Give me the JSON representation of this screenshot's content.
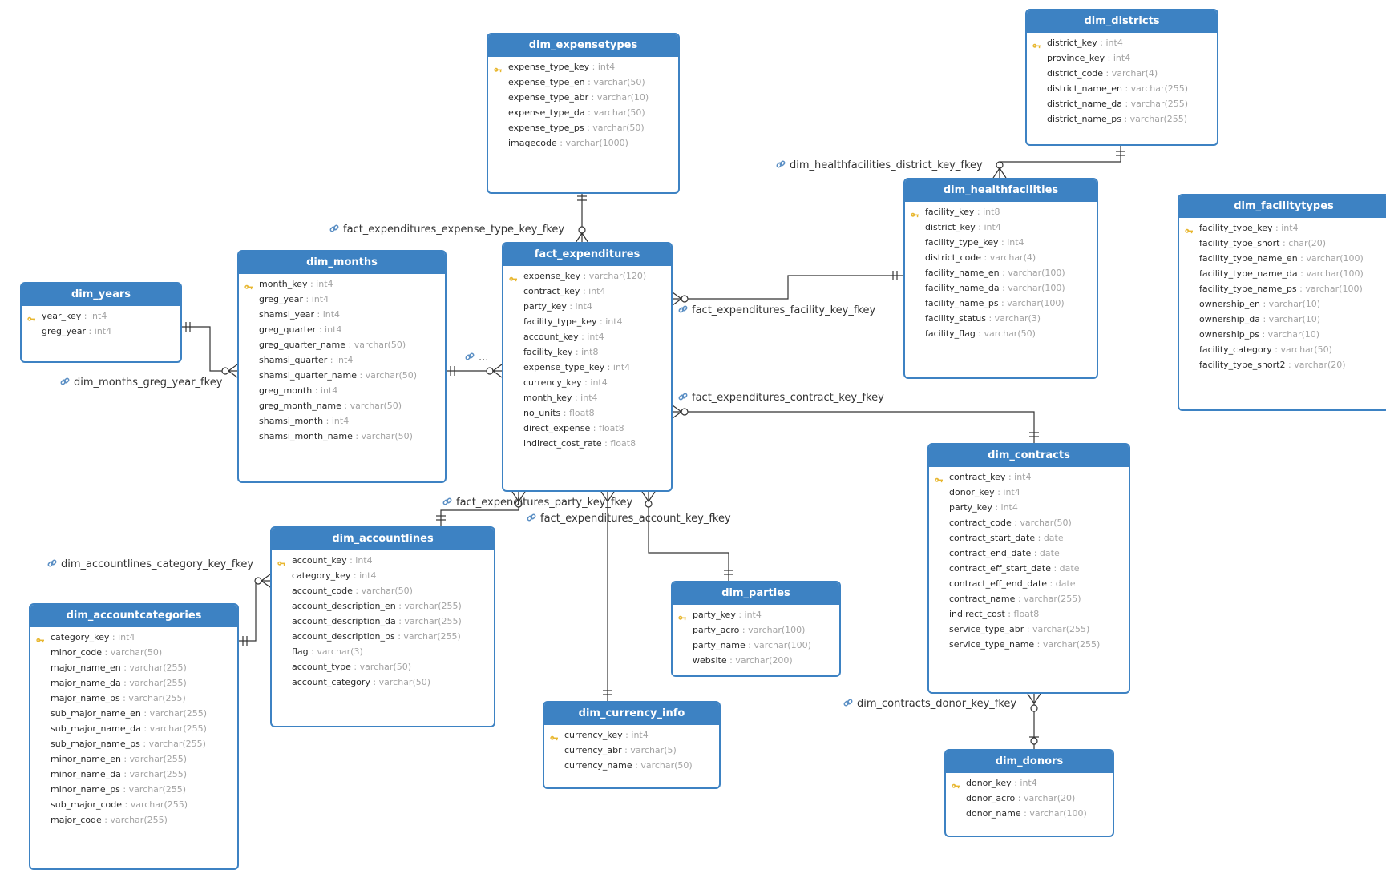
{
  "tables": [
    {
      "id": "dim_expensetypes",
      "name": "dim_expensetypes",
      "columns": [
        {
          "name": "expense_type_key",
          "type": "int4",
          "pk": true
        },
        {
          "name": "expense_type_en",
          "type": "varchar(50)"
        },
        {
          "name": "expense_type_abr",
          "type": "varchar(10)"
        },
        {
          "name": "expense_type_da",
          "type": "varchar(50)"
        },
        {
          "name": "expense_type_ps",
          "type": "varchar(50)"
        },
        {
          "name": "imagecode",
          "type": "varchar(1000)"
        }
      ]
    },
    {
      "id": "dim_districts",
      "name": "dim_districts",
      "columns": [
        {
          "name": "district_key",
          "type": "int4",
          "pk": true
        },
        {
          "name": "province_key",
          "type": "int4"
        },
        {
          "name": "district_code",
          "type": "varchar(4)"
        },
        {
          "name": "district_name_en",
          "type": "varchar(255)"
        },
        {
          "name": "district_name_da",
          "type": "varchar(255)"
        },
        {
          "name": "district_name_ps",
          "type": "varchar(255)"
        }
      ]
    },
    {
      "id": "dim_healthfacilities",
      "name": "dim_healthfacilities",
      "columns": [
        {
          "name": "facility_key",
          "type": "int8",
          "pk": true
        },
        {
          "name": "district_key",
          "type": "int4"
        },
        {
          "name": "facility_type_key",
          "type": "int4"
        },
        {
          "name": "district_code",
          "type": "varchar(4)"
        },
        {
          "name": "facility_name_en",
          "type": "varchar(100)"
        },
        {
          "name": "facility_name_da",
          "type": "varchar(100)"
        },
        {
          "name": "facility_name_ps",
          "type": "varchar(100)"
        },
        {
          "name": "facility_status",
          "type": "varchar(3)"
        },
        {
          "name": "facility_flag",
          "type": "varchar(50)"
        }
      ]
    },
    {
      "id": "dim_facilitytypes",
      "name": "dim_facilitytypes",
      "columns": [
        {
          "name": "facility_type_key",
          "type": "int4",
          "pk": true
        },
        {
          "name": "facility_type_short",
          "type": "char(20)"
        },
        {
          "name": "facility_type_name_en",
          "type": "varchar(100)"
        },
        {
          "name": "facility_type_name_da",
          "type": "varchar(100)"
        },
        {
          "name": "facility_type_name_ps",
          "type": "varchar(100)"
        },
        {
          "name": "ownership_en",
          "type": "varchar(10)"
        },
        {
          "name": "ownership_da",
          "type": "varchar(10)"
        },
        {
          "name": "ownership_ps",
          "type": "varchar(10)"
        },
        {
          "name": "facility_category",
          "type": "varchar(50)"
        },
        {
          "name": "facility_type_short2",
          "type": "varchar(20)"
        }
      ]
    },
    {
      "id": "dim_years",
      "name": "dim_years",
      "columns": [
        {
          "name": "year_key",
          "type": "int4",
          "pk": true
        },
        {
          "name": "greg_year",
          "type": "int4"
        }
      ]
    },
    {
      "id": "dim_months",
      "name": "dim_months",
      "columns": [
        {
          "name": "month_key",
          "type": "int4",
          "pk": true
        },
        {
          "name": "greg_year",
          "type": "int4"
        },
        {
          "name": "shamsi_year",
          "type": "int4"
        },
        {
          "name": "greg_quarter",
          "type": "int4"
        },
        {
          "name": "greg_quarter_name",
          "type": "varchar(50)"
        },
        {
          "name": "shamsi_quarter",
          "type": "int4"
        },
        {
          "name": "shamsi_quarter_name",
          "type": "varchar(50)"
        },
        {
          "name": "greg_month",
          "type": "int4"
        },
        {
          "name": "greg_month_name",
          "type": "varchar(50)"
        },
        {
          "name": "shamsi_month",
          "type": "int4"
        },
        {
          "name": "shamsi_month_name",
          "type": "varchar(50)"
        }
      ]
    },
    {
      "id": "fact_expenditures",
      "name": "fact_expenditures",
      "columns": [
        {
          "name": "expense_key",
          "type": "varchar(120)",
          "pk": true
        },
        {
          "name": "contract_key",
          "type": "int4"
        },
        {
          "name": "party_key",
          "type": "int4"
        },
        {
          "name": "facility_type_key",
          "type": "int4"
        },
        {
          "name": "account_key",
          "type": "int4"
        },
        {
          "name": "facility_key",
          "type": "int8"
        },
        {
          "name": "expense_type_key",
          "type": "int4"
        },
        {
          "name": "currency_key",
          "type": "int4"
        },
        {
          "name": "month_key",
          "type": "int4"
        },
        {
          "name": "no_units",
          "type": "float8"
        },
        {
          "name": "direct_expense",
          "type": "float8"
        },
        {
          "name": "indirect_cost_rate",
          "type": "float8"
        }
      ]
    },
    {
      "id": "dim_contracts",
      "name": "dim_contracts",
      "columns": [
        {
          "name": "contract_key",
          "type": "int4",
          "pk": true
        },
        {
          "name": "donor_key",
          "type": "int4"
        },
        {
          "name": "party_key",
          "type": "int4"
        },
        {
          "name": "contract_code",
          "type": "varchar(50)"
        },
        {
          "name": "contract_start_date",
          "type": "date"
        },
        {
          "name": "contract_end_date",
          "type": "date"
        },
        {
          "name": "contract_eff_start_date",
          "type": "date"
        },
        {
          "name": "contract_eff_end_date",
          "type": "date"
        },
        {
          "name": "contract_name",
          "type": "varchar(255)"
        },
        {
          "name": "indirect_cost",
          "type": "float8"
        },
        {
          "name": "service_type_abr",
          "type": "varchar(255)"
        },
        {
          "name": "service_type_name",
          "type": "varchar(255)"
        }
      ]
    },
    {
      "id": "dim_accountlines",
      "name": "dim_accountlines",
      "columns": [
        {
          "name": "account_key",
          "type": "int4",
          "pk": true
        },
        {
          "name": "category_key",
          "type": "int4"
        },
        {
          "name": "account_code",
          "type": "varchar(50)"
        },
        {
          "name": "account_description_en",
          "type": "varchar(255)"
        },
        {
          "name": "account_description_da",
          "type": "varchar(255)"
        },
        {
          "name": "account_description_ps",
          "type": "varchar(255)"
        },
        {
          "name": "flag",
          "type": "varchar(3)"
        },
        {
          "name": "account_type",
          "type": "varchar(50)"
        },
        {
          "name": "account_category",
          "type": "varchar(50)"
        }
      ]
    },
    {
      "id": "dim_accountcategories",
      "name": "dim_accountcategories",
      "columns": [
        {
          "name": "category_key",
          "type": "int4",
          "pk": true
        },
        {
          "name": "minor_code",
          "type": "varchar(50)"
        },
        {
          "name": "major_name_en",
          "type": "varchar(255)"
        },
        {
          "name": "major_name_da",
          "type": "varchar(255)"
        },
        {
          "name": "major_name_ps",
          "type": "varchar(255)"
        },
        {
          "name": "sub_major_name_en",
          "type": "varchar(255)"
        },
        {
          "name": "sub_major_name_da",
          "type": "varchar(255)"
        },
        {
          "name": "sub_major_name_ps",
          "type": "varchar(255)"
        },
        {
          "name": "minor_name_en",
          "type": "varchar(255)"
        },
        {
          "name": "minor_name_da",
          "type": "varchar(255)"
        },
        {
          "name": "minor_name_ps",
          "type": "varchar(255)"
        },
        {
          "name": "sub_major_code",
          "type": "varchar(255)"
        },
        {
          "name": "major_code",
          "type": "varchar(255)"
        }
      ]
    },
    {
      "id": "dim_parties",
      "name": "dim_parties",
      "columns": [
        {
          "name": "party_key",
          "type": "int4",
          "pk": true
        },
        {
          "name": "party_acro",
          "type": "varchar(100)"
        },
        {
          "name": "party_name",
          "type": "varchar(100)"
        },
        {
          "name": "website",
          "type": "varchar(200)"
        }
      ]
    },
    {
      "id": "dim_currency_info",
      "name": "dim_currency_info",
      "columns": [
        {
          "name": "currency_key",
          "type": "int4",
          "pk": true
        },
        {
          "name": "currency_abr",
          "type": "varchar(5)"
        },
        {
          "name": "currency_name",
          "type": "varchar(50)"
        }
      ]
    },
    {
      "id": "dim_donors",
      "name": "dim_donors",
      "columns": [
        {
          "name": "donor_key",
          "type": "int4",
          "pk": true
        },
        {
          "name": "donor_acro",
          "type": "varchar(20)"
        },
        {
          "name": "donor_name",
          "type": "varchar(100)"
        }
      ]
    }
  ],
  "relations": [
    {
      "id": "r_expense_type",
      "label": "fact_expenditures_expense_type_key_fkey"
    },
    {
      "id": "r_district",
      "label": "dim_healthfacilities_district_key_fkey"
    },
    {
      "id": "r_facility",
      "label": "fact_expenditures_facility_key_fkey"
    },
    {
      "id": "r_contract",
      "label": "fact_expenditures_contract_key_fkey"
    },
    {
      "id": "r_greg_year",
      "label": "dim_months_greg_year_fkey"
    },
    {
      "id": "r_month",
      "label": "..."
    },
    {
      "id": "r_party",
      "label": "fact_expenditures_party_key_fkey"
    },
    {
      "id": "r_account",
      "label": "fact_expenditures_account_key_fkey"
    },
    {
      "id": "r_category",
      "label": "dim_accountlines_category_key_fkey"
    },
    {
      "id": "r_donor",
      "label": "dim_contracts_donor_key_fkey"
    }
  ],
  "colors": {
    "header": "#3d82c3",
    "border": "#3d82c3",
    "line": "#333333",
    "type_text": "#a3a3a3",
    "key_icon": "#e8b730"
  },
  "icons": {
    "primary_key": "key-icon",
    "relation": "link-icon"
  }
}
